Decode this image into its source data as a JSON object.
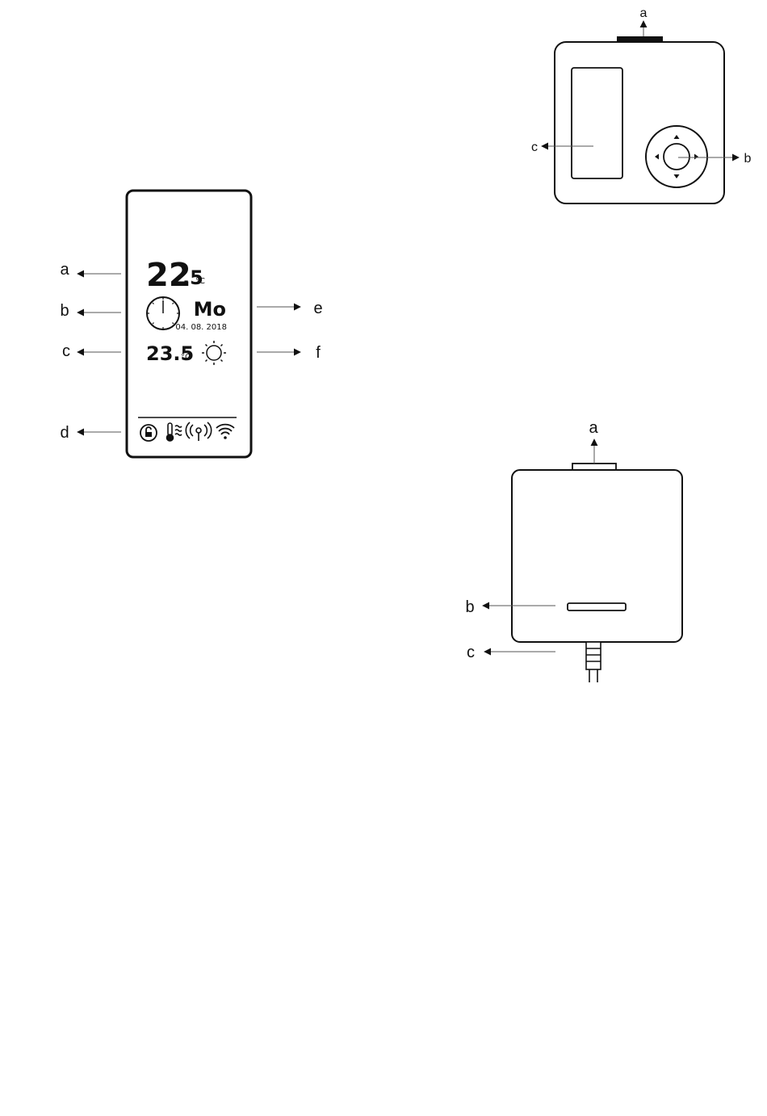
{
  "display": {
    "temperature_main": "22",
    "temperature_main_decimal": ".5",
    "temperature_main_unit": "°C",
    "day": "Mo",
    "date": "04. 08. 2018",
    "temperature_secondary": "23.5",
    "temperature_secondary_unit": "°C",
    "callouts": {
      "a": "a",
      "b": "b",
      "c": "c",
      "d": "d",
      "e": "e",
      "f": "f"
    },
    "status_icons": [
      "lock-icon",
      "thermometer-wave-icon",
      "antenna-signal-icon",
      "wifi-icon"
    ],
    "weather_icon": "sun-icon",
    "clock_icon": "clock-icon"
  },
  "thermostat": {
    "callouts": {
      "a": "a",
      "b": "b",
      "c": "c"
    },
    "nav_icon": "directional-pad-icon"
  },
  "receiver": {
    "callouts": {
      "a": "a",
      "b": "b",
      "c": "c"
    }
  }
}
